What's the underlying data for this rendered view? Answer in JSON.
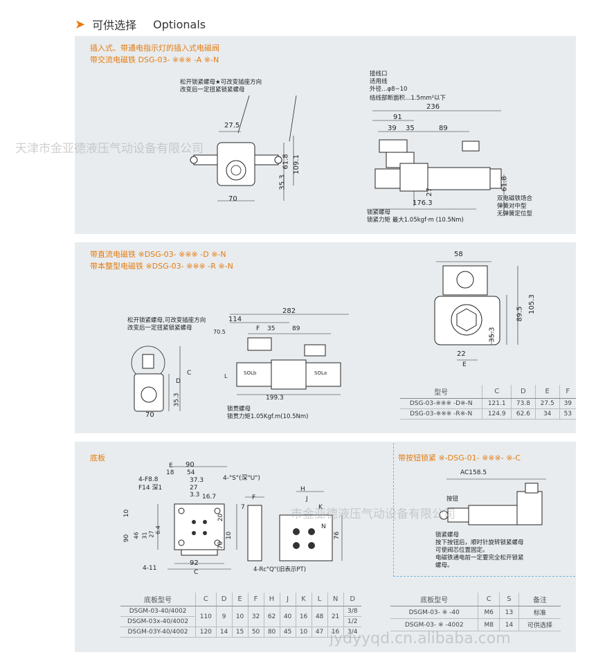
{
  "header": {
    "title_zh": "可供选择",
    "title_en": "Optionals"
  },
  "section1": {
    "title_line1": "插入式、带通电指示灯的插入式电磁阀",
    "title_line2": "带交流电磁铁 DSG-03- ※※※ -A ※-N",
    "note_left_1": "松开锁紧螺母★可改变插座方向",
    "note_left_2": "改变后一定扭紧锁紧螺母",
    "dim_27_5": "27.5",
    "dim_61_8": "61.8",
    "dim_109_1": "109.1",
    "dim_35_3": "35.3",
    "dim_70": "70",
    "note_conn_1": "接线口",
    "note_conn_2": "适用线",
    "note_conn_3": "外径…φ8~10",
    "note_conn_4": "结线部断面积…1.5mm²以下",
    "dim_236": "236",
    "dim_91": "91",
    "dim_39": "39",
    "dim_35": "35",
    "dim_89": "89",
    "dim_27": "27",
    "dim_176_3": "176.3",
    "dim_61_8b": "61.8",
    "note_nut_1": "锁紧螺母",
    "note_nut_2": "锁紧力矩 最大1.05kgf·m (10.5Nm)",
    "note_spring_1": "双电磁铁场合",
    "note_spring_2": "弹簧对中型",
    "note_spring_3": "无弹簧定位型"
  },
  "section2": {
    "title_line1": "带直流电磁铁 ※DSG-03- ※※※ -D ※-N",
    "title_line2": "带本整型电磁铁 ※DSG-03- ※※※ -R ※-N",
    "note_left_1": "松开锁紧螺母,可改变插座方向",
    "note_left_2": "改变后一定扭紧锁紧螺母",
    "dim_70": "70",
    "dim_35_3": "35.3",
    "dim_D": "D",
    "dim_C": "C",
    "dim_282": "282",
    "dim_114": "114",
    "dim_F": "F",
    "dim_35": "35",
    "dim_89": "89",
    "dim_70_5": "70.5",
    "dim_199_3": "199.3",
    "lbl_L": "L",
    "lbl_SOLb": "SOLb",
    "lbl_SOLa": "SOLa",
    "note_nut_1": "锁贯螺母",
    "note_nut_2": "锁贯力矩1.05Kgf.m(10.5Nm)",
    "dim_58": "58",
    "dim_105_3": "105.3",
    "dim_89_5": "89.5",
    "dim_35_3b": "35.3",
    "dim_22": "22",
    "dim_E": "E",
    "table": {
      "headers": [
        "型号",
        "C",
        "D",
        "E",
        "F"
      ],
      "rows": [
        [
          "DSG-03-※※※ -D※-N",
          "121.1",
          "73.8",
          "27.5",
          "39"
        ],
        [
          "DSG-03-※※※ -R※-N",
          "124.9",
          "62.6",
          "34",
          "53"
        ]
      ]
    }
  },
  "section3": {
    "title": "底板",
    "dim_E": "E",
    "dim_90": "90",
    "dim_18": "18",
    "dim_54": "54",
    "dim_37_3": "37.3",
    "dim_27": "27",
    "dim_3_3": "3.3",
    "dim_16_7": "16.7",
    "lbl_4F88": "4-F8.8",
    "lbl_F14": "F14 深1",
    "lbl_4S": "4-\"S\"(深\"U\")",
    "dim_10": "10",
    "dim_90b": "90",
    "dim_46": "46",
    "dim_31": "31",
    "dim_27b": "27",
    "dim_6_4": "6.4",
    "dim_20": "20",
    "dim_10b": "10",
    "dim_70": "70",
    "dim_4_11": "4-11",
    "dim_92": "92",
    "dim_C": "C",
    "dim_F": "F",
    "dim_7": "7",
    "dim_H": "H",
    "dim_J": "J",
    "dim_K": "K",
    "dim_N": "N",
    "dim_76": "76",
    "lbl_rc": "4-Rc\"Q\"(旧表示PT)",
    "table": {
      "headers": [
        "底板型号",
        "C",
        "D",
        "E",
        "F",
        "H",
        "J",
        "K",
        "L",
        "N",
        "D"
      ],
      "rows": [
        [
          "DSGM-03-40/4002",
          "110",
          "9",
          "10",
          "32",
          "62",
          "40",
          "16",
          "48",
          "21",
          "3/8"
        ],
        [
          "DSGM-03x-40/4002",
          "",
          "",
          "",
          "",
          "",
          "",
          "",
          "",
          "",
          "1/2"
        ],
        [
          "DSGM-03Y-40/4002",
          "120",
          "14",
          "15",
          "50",
          "80",
          "45",
          "10",
          "47",
          "16",
          "3/4"
        ]
      ]
    }
  },
  "section4": {
    "title": "带按钮锁紧  ※-DSG-01- ※※※- ※-C",
    "dim_ac": "AC158.5",
    "lbl_button": "按钮",
    "note_1": "锁紧螺母",
    "note_2": "按下按钮后，顺时针旋转锁紧螺母",
    "note_3": "可使阀芯位置固定。",
    "note_4": "电磁铁通电前一定要完全松开锁紧",
    "note_5": "螺母。",
    "table": {
      "headers": [
        "底板型号",
        "C",
        "S",
        "备注"
      ],
      "rows": [
        [
          "DSGM-03- ※ -40",
          "M6",
          "13",
          "标准"
        ],
        [
          "DSGM-03- ※ -4002",
          "M8",
          "14",
          "可供选择"
        ]
      ]
    }
  },
  "watermark": {
    "text1": "天津市金亚德液压气动设备有限公司",
    "text2": "市金亚德液压气动设备有限公司",
    "text3": "jydyyqd.cn.alibaba.com"
  }
}
